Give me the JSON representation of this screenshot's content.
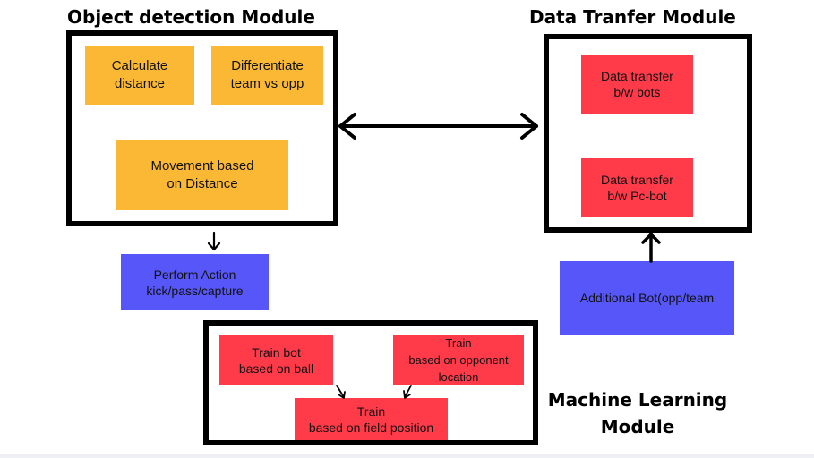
{
  "modules": {
    "object_detection": {
      "title": "Object detection Module",
      "calculate_distance": "Calculate\ndistance",
      "differentiate": "Differentiate\nteam vs opp",
      "movement": "Movement based\non Distance"
    },
    "data_transfer": {
      "title": "Data Tranfer Module",
      "bots": "Data transfer\nb/w bots",
      "pc_bot": "Data transfer\nb/w Pc-bot"
    },
    "machine_learning": {
      "title": "Machine Learning\nModule",
      "train_ball": "Train bot\nbased on ball",
      "train_opponent": "Train\nbased on opponent\nlocation",
      "train_field": "Train\nbased on field position"
    }
  },
  "perform_action": "Perform Action\nkick/pass/capture",
  "additional_bot": "Additional Bot(opp/team",
  "colors": {
    "orange": "#fbb835",
    "red": "#ff3b4a",
    "blue": "#5757f9",
    "frame": "#000000"
  }
}
